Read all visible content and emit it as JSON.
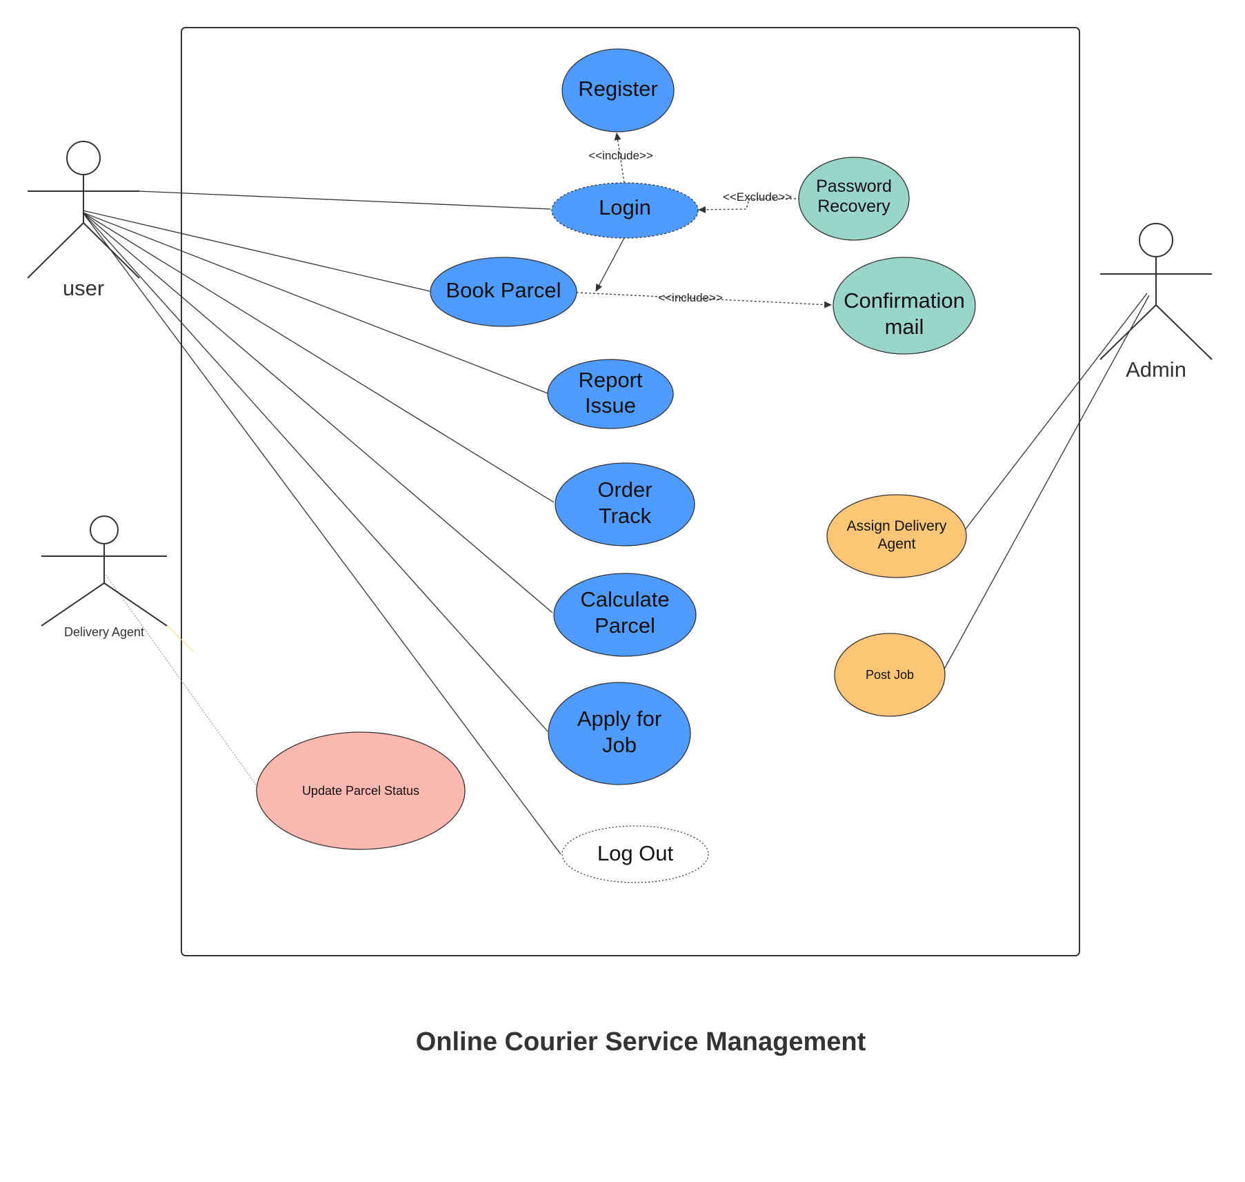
{
  "title": "Online Courier Service Management",
  "actors": {
    "user": "user",
    "admin": "Admin",
    "delivery_agent": "Delivery Agent"
  },
  "use_cases": {
    "register": "Register",
    "login": "Login",
    "password_recovery": [
      "Password",
      "Recovery"
    ],
    "book_parcel": "Book Parcel",
    "confirmation_mail": [
      "Confirmation",
      "mail"
    ],
    "report_issue": [
      "Report",
      "Issue"
    ],
    "order_track": [
      "Order",
      "Track"
    ],
    "calculate_parcel": [
      "Calculate",
      "Parcel"
    ],
    "apply_for_job": [
      "Apply for",
      "Job"
    ],
    "log_out": "Log Out",
    "update_parcel_status": "Update Parcel Status",
    "assign_delivery_agent": [
      "Assign Delivery",
      "Agent"
    ],
    "post_job": "Post Job"
  },
  "relationships": {
    "include_register": "<<include>>",
    "exclude_password": "<<Exclude>>",
    "include_confirmation": "<<include>>"
  },
  "colors": {
    "primary_use_case": "#4f9bff",
    "extension_use_case": "#9ad6c8",
    "admin_use_case": "#fdc676",
    "agent_use_case": "#fdb8b0",
    "stroke": "#333333"
  }
}
